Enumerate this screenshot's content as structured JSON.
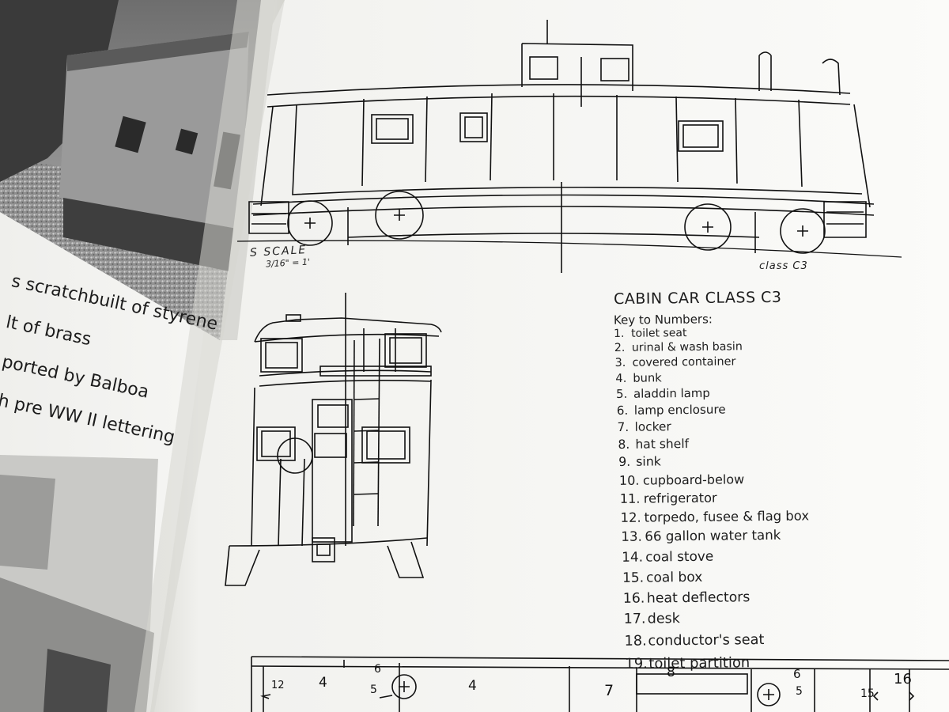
{
  "left_page": {
    "caption_lines": [
      "s scratchbuilt of styrene",
      "lt of brass",
      "ported by Balboa",
      "h pre WW II lettering"
    ]
  },
  "drawing": {
    "scale_label": "S SCALE",
    "scale_ratio": "3/16\" = 1'",
    "class_label": "class C3"
  },
  "key": {
    "title": "CABIN CAR CLASS C3",
    "subtitle": "Key to Numbers:",
    "items": [
      {
        "num": "1.",
        "label": "toilet seat"
      },
      {
        "num": "2.",
        "label": "urinal & wash basin"
      },
      {
        "num": "3.",
        "label": "covered container"
      },
      {
        "num": "4.",
        "label": "bunk"
      },
      {
        "num": "5.",
        "label": "aladdin lamp"
      },
      {
        "num": "6.",
        "label": "lamp enclosure"
      },
      {
        "num": "7.",
        "label": "locker"
      },
      {
        "num": "8.",
        "label": "hat shelf"
      },
      {
        "num": "9.",
        "label": "sink"
      },
      {
        "num": "10.",
        "label": "cupboard-below"
      },
      {
        "num": "11.",
        "label": "refrigerator"
      },
      {
        "num": "12.",
        "label": "torpedo, fusee & flag box"
      },
      {
        "num": "13.",
        "label": "66 gallon water tank"
      },
      {
        "num": "14.",
        "label": "coal stove"
      },
      {
        "num": "15.",
        "label": "coal box"
      },
      {
        "num": "16.",
        "label": "heat deflectors"
      },
      {
        "num": "17.",
        "label": "desk"
      },
      {
        "num": "18.",
        "label": "conductor's seat"
      },
      {
        "num": "19.",
        "label": "toilet partition"
      }
    ]
  },
  "floor_plan": {
    "labels": [
      "12",
      "4",
      "6",
      "5",
      "4",
      "7",
      "8",
      "6",
      "5",
      "15",
      "16"
    ]
  }
}
